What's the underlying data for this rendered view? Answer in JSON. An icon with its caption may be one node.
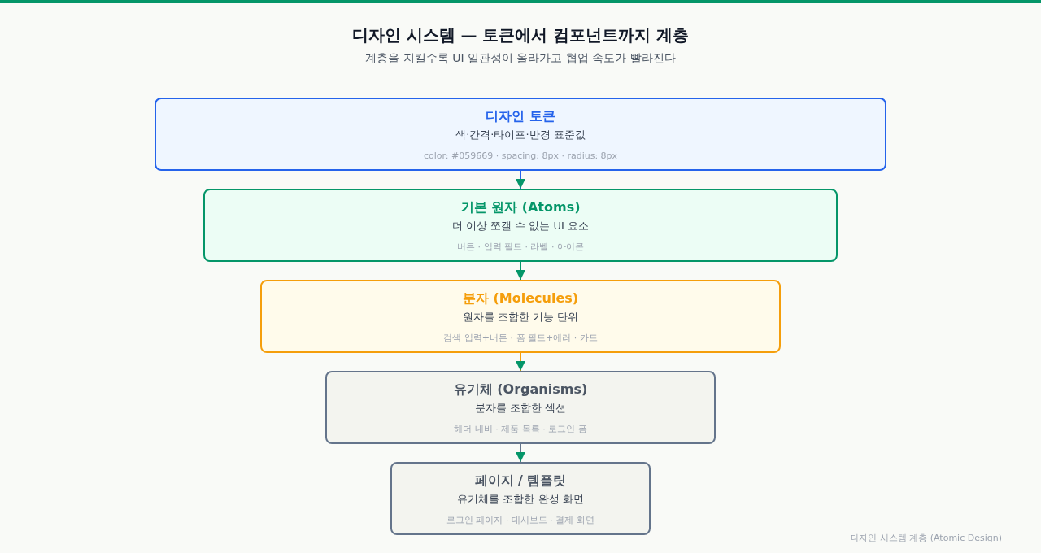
{
  "diagram": {
    "title": "디자인 시스템 — 토큰에서 컴포넌트까지 계층",
    "caption": "디자인 시스템 계층 (Atomic Design)",
    "nodes": [
      {
        "text": [
          "디자인 토큰",
          "색·간격·타이포·반경 표준값",
          "color: #059669 · spacing: 8px · radius: 8px"
        ]
      },
      {
        "text": [
          "기본 원자 (Atoms)",
          "더 이상 쪼갤 수 없는 UI 요소",
          "버튼 · 입력 필드 · 라벨 · 아이콘"
        ]
      },
      {
        "text": [
          "분자 (Molecules)",
          "원자를 조합한 기능 단위",
          "검색 입력+버튼 · 폼 필드+에러 · 카드"
        ]
      },
      {
        "text": [
          "유기체 (Organisms)",
          "분자를 조합한 섹션",
          "헤더 내비 · 제품 목록 · 로그인 폼"
        ]
      },
      {
        "text": [
          "페이지 / 템플릿",
          "유기체를 조합한 완성 화면",
          "로그인 페이지 · 대시보드 · 결제 화면"
        ]
      }
    ],
    "edges": [
      {
        "from": 0,
        "to": 1,
        "arrow": "to",
        "color": "#2563eb"
      },
      {
        "from": 1,
        "to": 2,
        "arrow": "to",
        "color": "#059669"
      },
      {
        "from": 2,
        "to": 3,
        "arrow": "to",
        "color": "#f59e0b"
      },
      {
        "from": 3,
        "to": 4,
        "arrow": "to",
        "color": "#64748b"
      }
    ],
    "labels": [
      "계층을 지킬수록 UI 일관성이 올라가고 협업 속도가 빨라진다"
    ]
  }
}
